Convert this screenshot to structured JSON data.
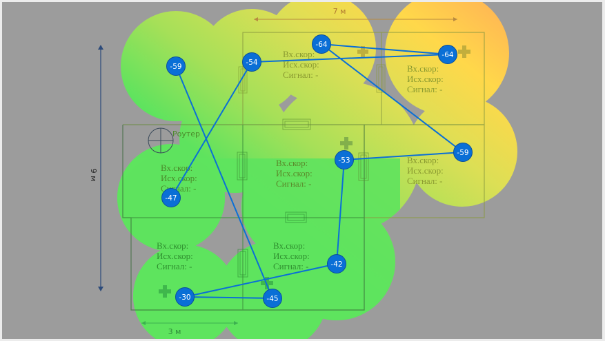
{
  "floorplan": {
    "dimensions": {
      "width_label": "7 м",
      "height_label": "9 м",
      "room_width_label": "3 м"
    },
    "router": {
      "label": "Роутер"
    },
    "room_fields": {
      "rx": "Вх.скор:",
      "tx": "Исх.скор:",
      "signal": "Сигнал: -"
    },
    "rooms": [
      {
        "id": "room-top-mid"
      },
      {
        "id": "room-top-right"
      },
      {
        "id": "room-mid-left"
      },
      {
        "id": "room-mid-center"
      },
      {
        "id": "room-mid-right"
      },
      {
        "id": "room-bottom-left"
      },
      {
        "id": "room-bottom-center"
      }
    ],
    "measurement_points": [
      {
        "label": "-59",
        "value": -59
      },
      {
        "label": "-54",
        "value": -54
      },
      {
        "label": "-64",
        "value": -64
      },
      {
        "label": "-64",
        "value": -64
      },
      {
        "label": "-59",
        "value": -59
      },
      {
        "label": "-53",
        "value": -53
      },
      {
        "label": "-47",
        "value": -47
      },
      {
        "label": "-42",
        "value": -42
      },
      {
        "label": "-30",
        "value": -30
      },
      {
        "label": "-45",
        "value": -45
      }
    ],
    "path_order": [
      0,
      9,
      8,
      7,
      5,
      4,
      2,
      3,
      1,
      6
    ],
    "colors": {
      "background": "#9c9c9c",
      "node": "#0a6fd6",
      "path": "#0a6fd6",
      "strong": "#5ee35e",
      "medium": "#d8e05a",
      "weak": "#ffd84a",
      "poor": "#ffa858"
    }
  }
}
